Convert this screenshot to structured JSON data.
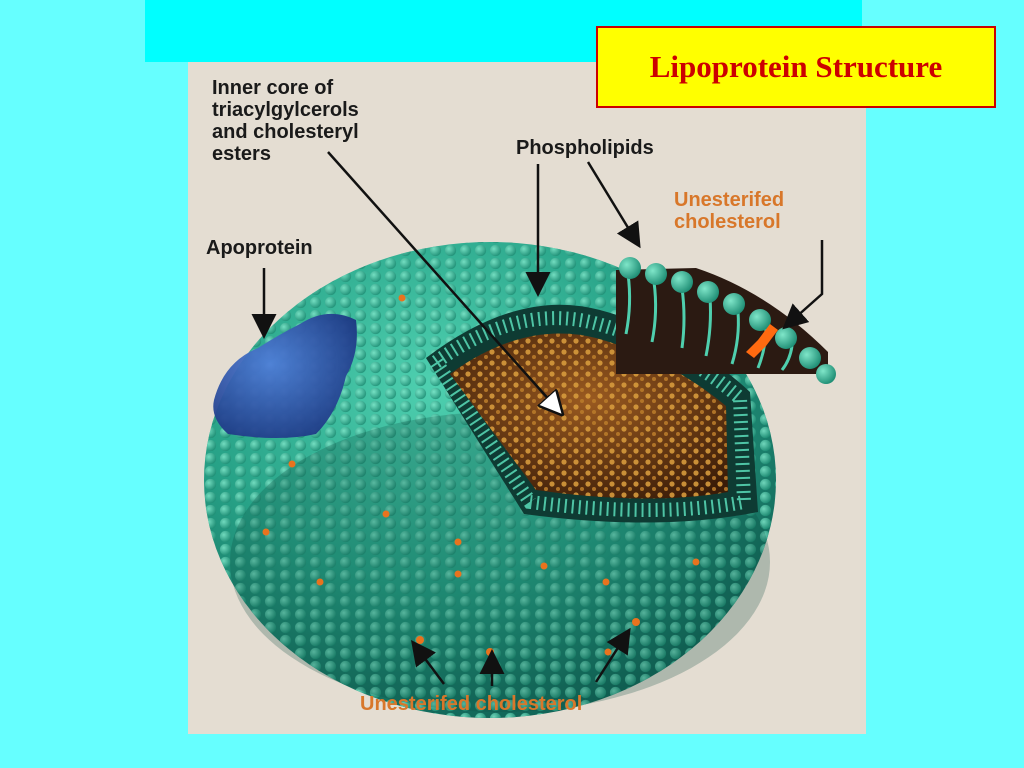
{
  "slide": {
    "title": "Lipoprotein Structure"
  },
  "figure": {
    "labels": {
      "inner_core": [
        "Inner core of",
        "triacylgylcerols",
        "and cholesteryl",
        "esters"
      ],
      "phospholipids": "Phospholipids",
      "apoprotein": "Apoprotein",
      "unesterified_cholesterol_inset": [
        "Unesterifed",
        "cholesterol"
      ],
      "unesterified_cholesterol_bottom": "Unesterifed cholesterol"
    }
  },
  "colors": {
    "background": "#66ffff",
    "top_band": "#00ffff",
    "title_box": "#ffff00",
    "title_text": "#cc0000",
    "panel_bg": "#e4ddd2",
    "shell_green": "#2aa88c",
    "core_brown": "#6b3a15",
    "apoprotein_blue": "#2a4fa8",
    "cholesterol_orange": "#e8731e"
  }
}
